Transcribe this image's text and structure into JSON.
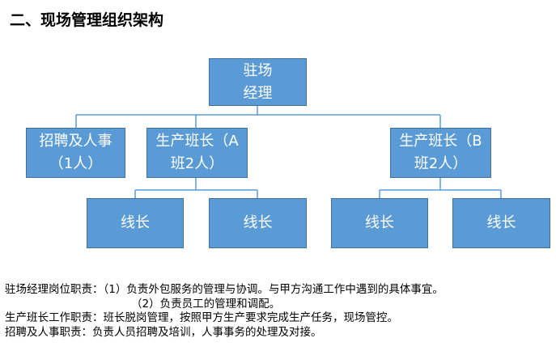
{
  "title": "二、现场管理组织架构",
  "org": {
    "root": {
      "line1": "驻场",
      "line2": "经理"
    },
    "recruit": {
      "line1": "招聘及人事",
      "line2": "（1人）"
    },
    "leader_a": {
      "line1": "生产班长（A",
      "line2": "班2人）"
    },
    "leader_b": {
      "line1": "生产班长（B",
      "line2": "班2人）"
    },
    "line_leads": [
      "线长",
      "线长",
      "线长",
      "线长"
    ]
  },
  "responsibilities": {
    "manager_label": "驻场经理岗位职责：",
    "manager_item1": "（1）负责外包服务的管理与协调。与甲方沟通工作中遇到的具体事宜。",
    "manager_item2": "（2）负责员工的管理和调配。",
    "leader_label": "生产班长工作职责：",
    "leader_text": "班长脱岗管理，按照甲方生产要求完成生产任务，现场管控。",
    "recruit_label": "招聘及人事职责：",
    "recruit_text": "负责人员招聘及培训，人事事务的处理及对接。"
  }
}
